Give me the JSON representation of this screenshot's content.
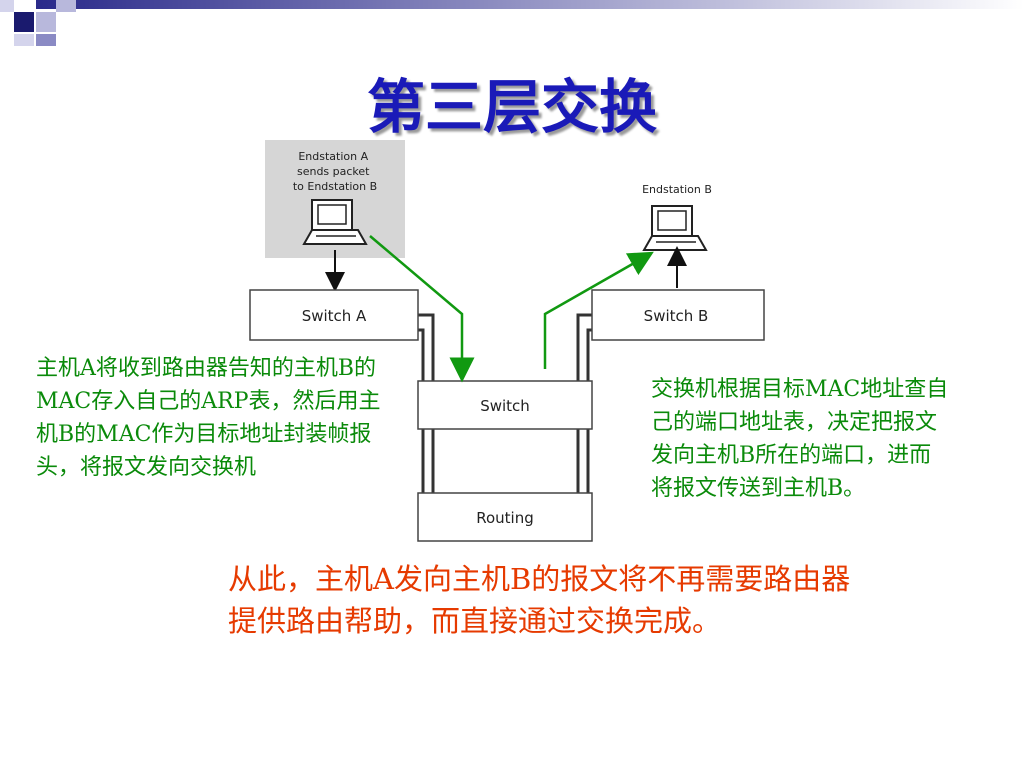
{
  "slide": {
    "title": "第三层交换"
  },
  "diagram": {
    "sender_caption": [
      "Endstation A",
      "sends packet",
      "to Endstation B"
    ],
    "receiver_caption": "Endstation B",
    "switch_a": "Switch A",
    "switch_b": "Switch B",
    "core_switch": "Switch",
    "router": "Routing",
    "colors": {
      "path_arrow": "#119911",
      "box_border": "#444444",
      "sender_highlight": "#d6d6d6"
    },
    "icons": [
      "computer-icon",
      "computer-icon"
    ]
  },
  "notes": {
    "left": "主机A将收到路由器告知的主机B的MAC存入自己的ARP表，然后用主机B的MAC作为目标地址封装帧报头，将报文发向交换机",
    "right": "交换机根据目标MAC地址查自己的端口地址表，决定把报文发向主机B所在的端口，进而将报文传送到主机B。"
  },
  "conclusion": "从此，主机A发向主机B的报文将不再需要路由器提供路由帮助，而直接通过交换完成。"
}
